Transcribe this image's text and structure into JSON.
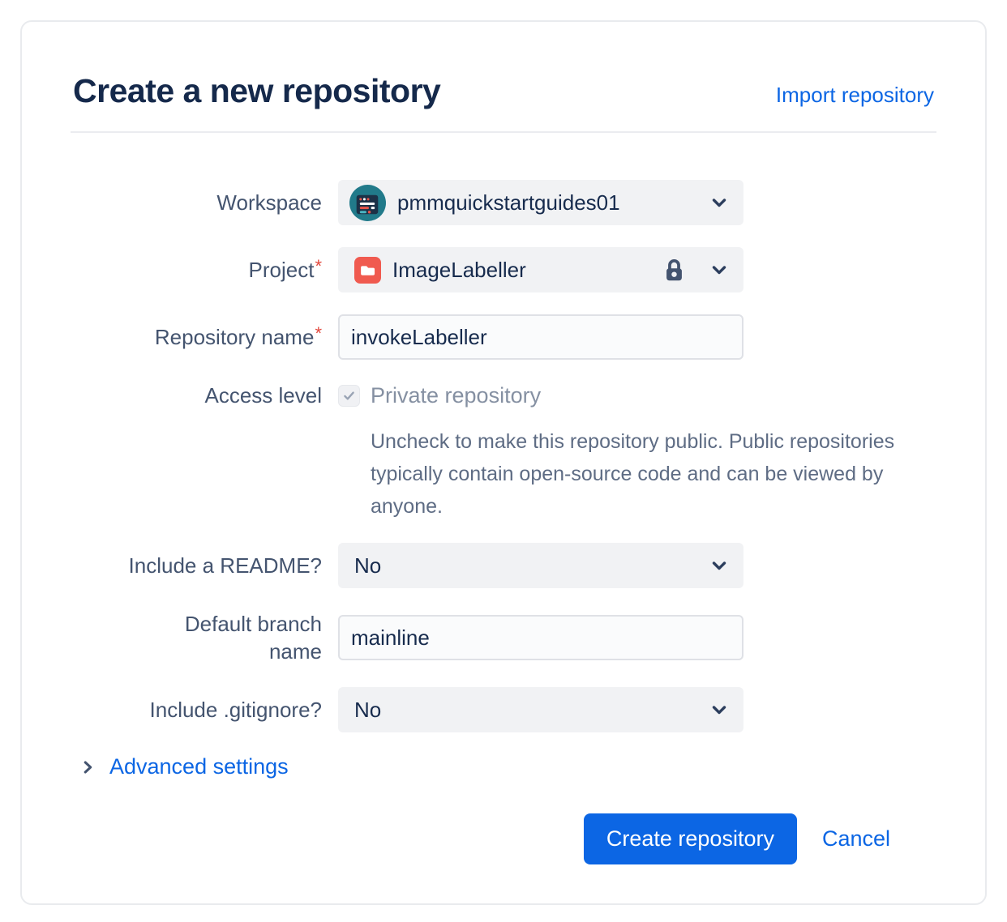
{
  "card": {
    "title": "Create a new repository",
    "import_link": "Import repository"
  },
  "form": {
    "required_marker": "*",
    "workspace": {
      "label": "Workspace",
      "value": "pmmquickstartguides01",
      "avatar_icon": "workspace-avatar-browser-window",
      "chevron_icon": "chevron-down-icon"
    },
    "project": {
      "label": "Project",
      "required": true,
      "value": "ImageLabeller",
      "folder_icon": "folder-icon",
      "lock_icon": "lock-icon",
      "chevron_icon": "chevron-down-icon"
    },
    "repository_name": {
      "label": "Repository name",
      "required": true,
      "value": "invokeLabeller"
    },
    "access_level": {
      "label": "Access level",
      "checkbox_label": "Private repository",
      "checked": true,
      "disabled": true,
      "help_text": "Uncheck to make this repository public. Public repositories typically contain open-source code and can be viewed by anyone."
    },
    "include_readme": {
      "label": "Include a README?",
      "value": "No"
    },
    "default_branch": {
      "label": "Default branch name",
      "value": "mainline"
    },
    "include_gitignore": {
      "label": "Include .gitignore?",
      "value": "No"
    },
    "advanced_settings": {
      "label": "Advanced settings"
    }
  },
  "actions": {
    "create_label": "Create repository",
    "cancel_label": "Cancel"
  },
  "colors": {
    "accent_blue": "#0C66E4",
    "title_navy": "#15294B",
    "label_slate": "#44546F",
    "field_gray": "#F1F2F4",
    "input_border": "#DFE1E6",
    "disabled_text": "#8590A2",
    "help_text": "#5E6C84",
    "required_red": "#E2483D",
    "folder_red": "#F05A4F",
    "avatar_teal": "#217A8A",
    "avatar_navy": "#1C3147"
  }
}
